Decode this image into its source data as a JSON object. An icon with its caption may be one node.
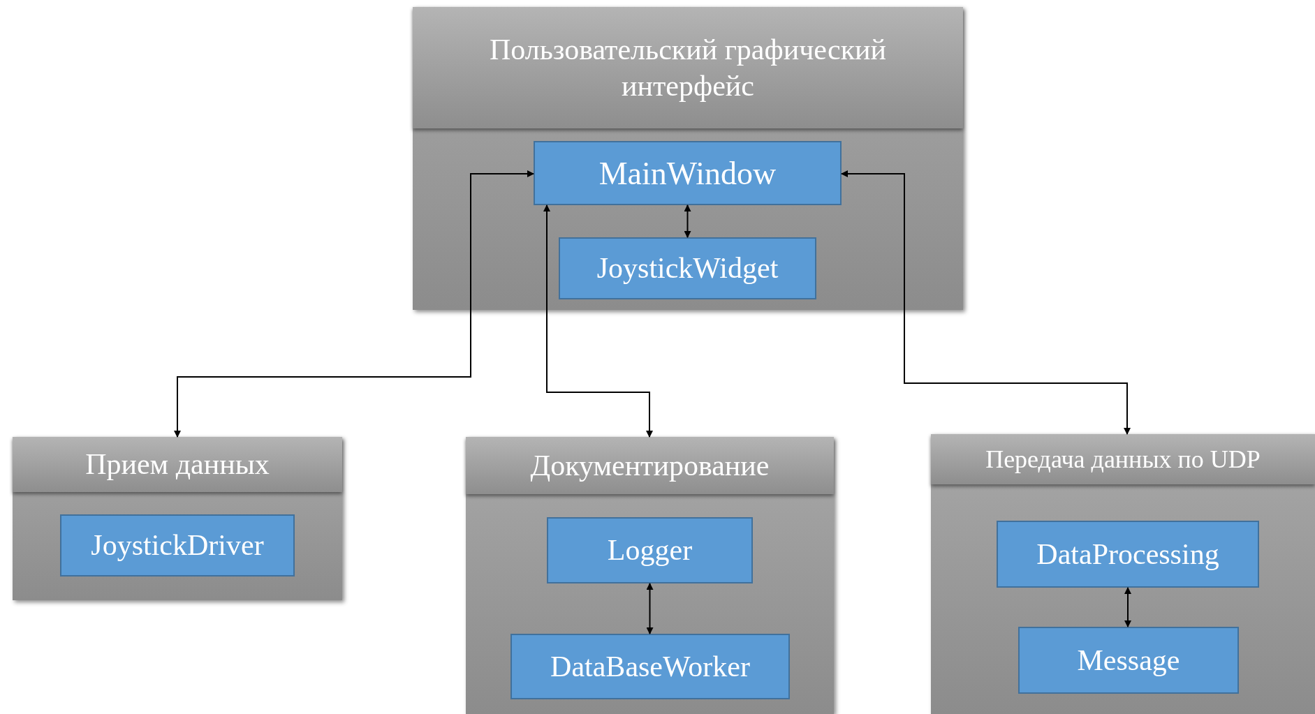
{
  "diagram": {
    "nodes": [
      {
        "text": [
          "Пользовательский графический интерфейс"
        ]
      },
      {
        "text": [
          "MainWindow"
        ],
        "in": 0
      },
      {
        "text": [
          "JoystickWidget"
        ],
        "in": 0
      },
      {
        "text": [
          "Прием данных"
        ]
      },
      {
        "text": [
          "JoystickDriver"
        ],
        "in": 3
      },
      {
        "text": [
          "Документирование"
        ]
      },
      {
        "text": [
          "Logger"
        ],
        "in": 5
      },
      {
        "text": [
          "DataBaseWorker"
        ],
        "in": 5
      },
      {
        "text": [
          "Передача данных по UDP"
        ]
      },
      {
        "text": [
          "DataProcessing"
        ],
        "in": 8
      },
      {
        "text": [
          "Message"
        ],
        "in": 8
      }
    ],
    "edges": [
      {
        "from": 1,
        "to": 2,
        "arrow": "both"
      },
      {
        "from": 1,
        "to": 3,
        "arrow": "both"
      },
      {
        "from": 1,
        "to": 5,
        "arrow": "both"
      },
      {
        "from": 1,
        "to": 8,
        "arrow": "both"
      },
      {
        "from": 6,
        "to": 7,
        "arrow": "both"
      },
      {
        "from": 9,
        "to": 10,
        "arrow": "both"
      }
    ]
  }
}
